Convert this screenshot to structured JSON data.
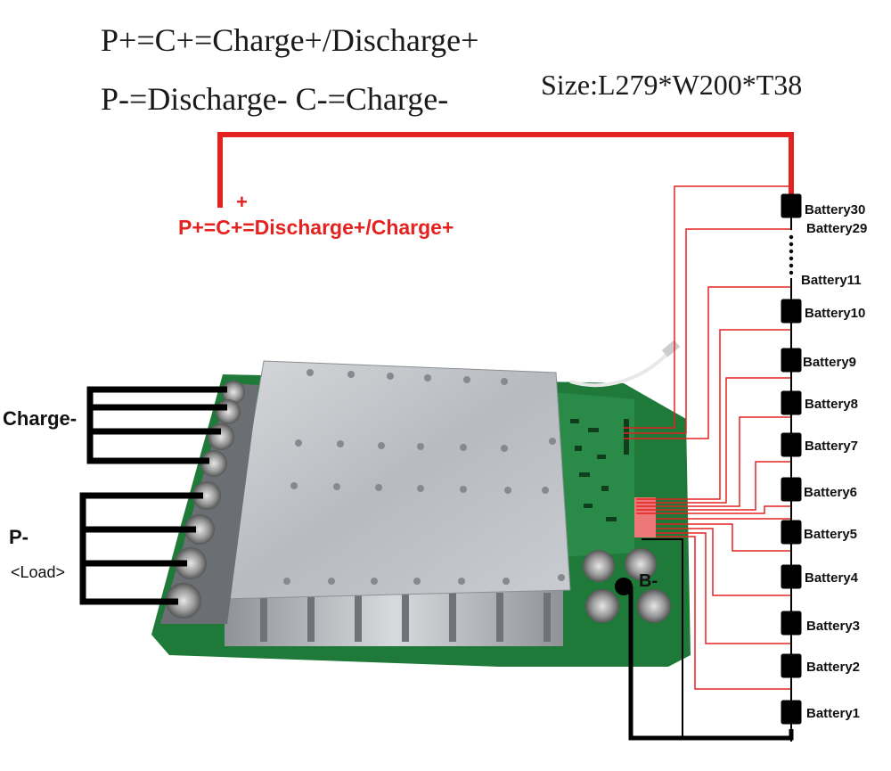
{
  "legend": {
    "line1": "P+=C+=Charge+/Discharge+",
    "line2": "P-=Discharge-  C-=Charge-",
    "size": "Size:L279*W200*T38"
  },
  "main_positive": {
    "label": "P+=C+=Discharge+/Charge+",
    "plus_sign": "+",
    "color": "#e42320"
  },
  "terminals": {
    "charge": "Charge-",
    "p_minus": "P-",
    "load": "<Load>",
    "b_minus": "B-"
  },
  "cells": [
    "Battery30",
    "Battery29",
    "Battery11",
    "Battery10",
    "Battery9",
    "Battery8",
    "Battery7",
    "Battery6",
    "Battery5",
    "Battery4",
    "Battery3",
    "Battery2",
    "Battery1"
  ],
  "colors": {
    "wire_positive": "#e42320",
    "wire_negative": "#000000",
    "heatsink": "#b9bcc0",
    "pcb": "#1f7a3a"
  }
}
